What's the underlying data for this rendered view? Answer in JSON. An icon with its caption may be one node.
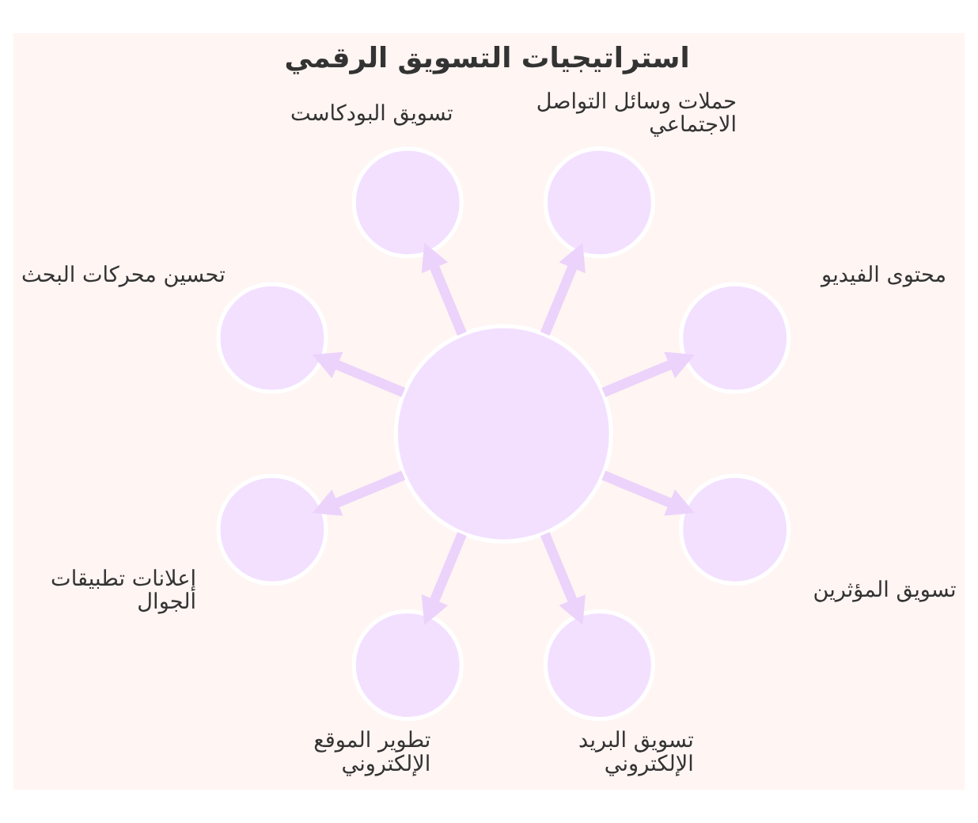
{
  "diagram": {
    "title": "استراتيجيات التسويق الرقمي",
    "nodes": [
      {
        "text": [],
        "shape": "circle"
      },
      {
        "text": [],
        "shape": "circle",
        "beside": [
          "محتوى الفيديو"
        ]
      },
      {
        "text": [],
        "shape": "circle",
        "beside": [
          "حملات وسائل التواصل الاجتماعي"
        ]
      },
      {
        "text": [],
        "shape": "circle",
        "beside": [
          "تسويق البودكاست"
        ]
      },
      {
        "text": [],
        "shape": "circle",
        "beside": [
          "تحسين محركات البحث"
        ]
      },
      {
        "text": [],
        "shape": "circle",
        "beside": [
          "إعلانات تطبيقات الجوال"
        ]
      },
      {
        "text": [],
        "shape": "circle",
        "beside": [
          "تطوير الموقع الإلكتروني"
        ]
      },
      {
        "text": [],
        "shape": "circle",
        "beside": [
          "تسويق البريد الإلكتروني"
        ]
      },
      {
        "text": [],
        "shape": "circle",
        "beside": [
          "تسويق المؤثرين"
        ]
      }
    ],
    "edges": [
      {
        "from": 0,
        "to": 1,
        "arrow": "to"
      },
      {
        "from": 0,
        "to": 2,
        "arrow": "to"
      },
      {
        "from": 0,
        "to": 3,
        "arrow": "to"
      },
      {
        "from": 0,
        "to": 4,
        "arrow": "to"
      },
      {
        "from": 0,
        "to": 5,
        "arrow": "to"
      },
      {
        "from": 0,
        "to": 6,
        "arrow": "to"
      },
      {
        "from": 0,
        "to": 7,
        "arrow": "to"
      },
      {
        "from": 0,
        "to": 8,
        "arrow": "to"
      }
    ]
  }
}
